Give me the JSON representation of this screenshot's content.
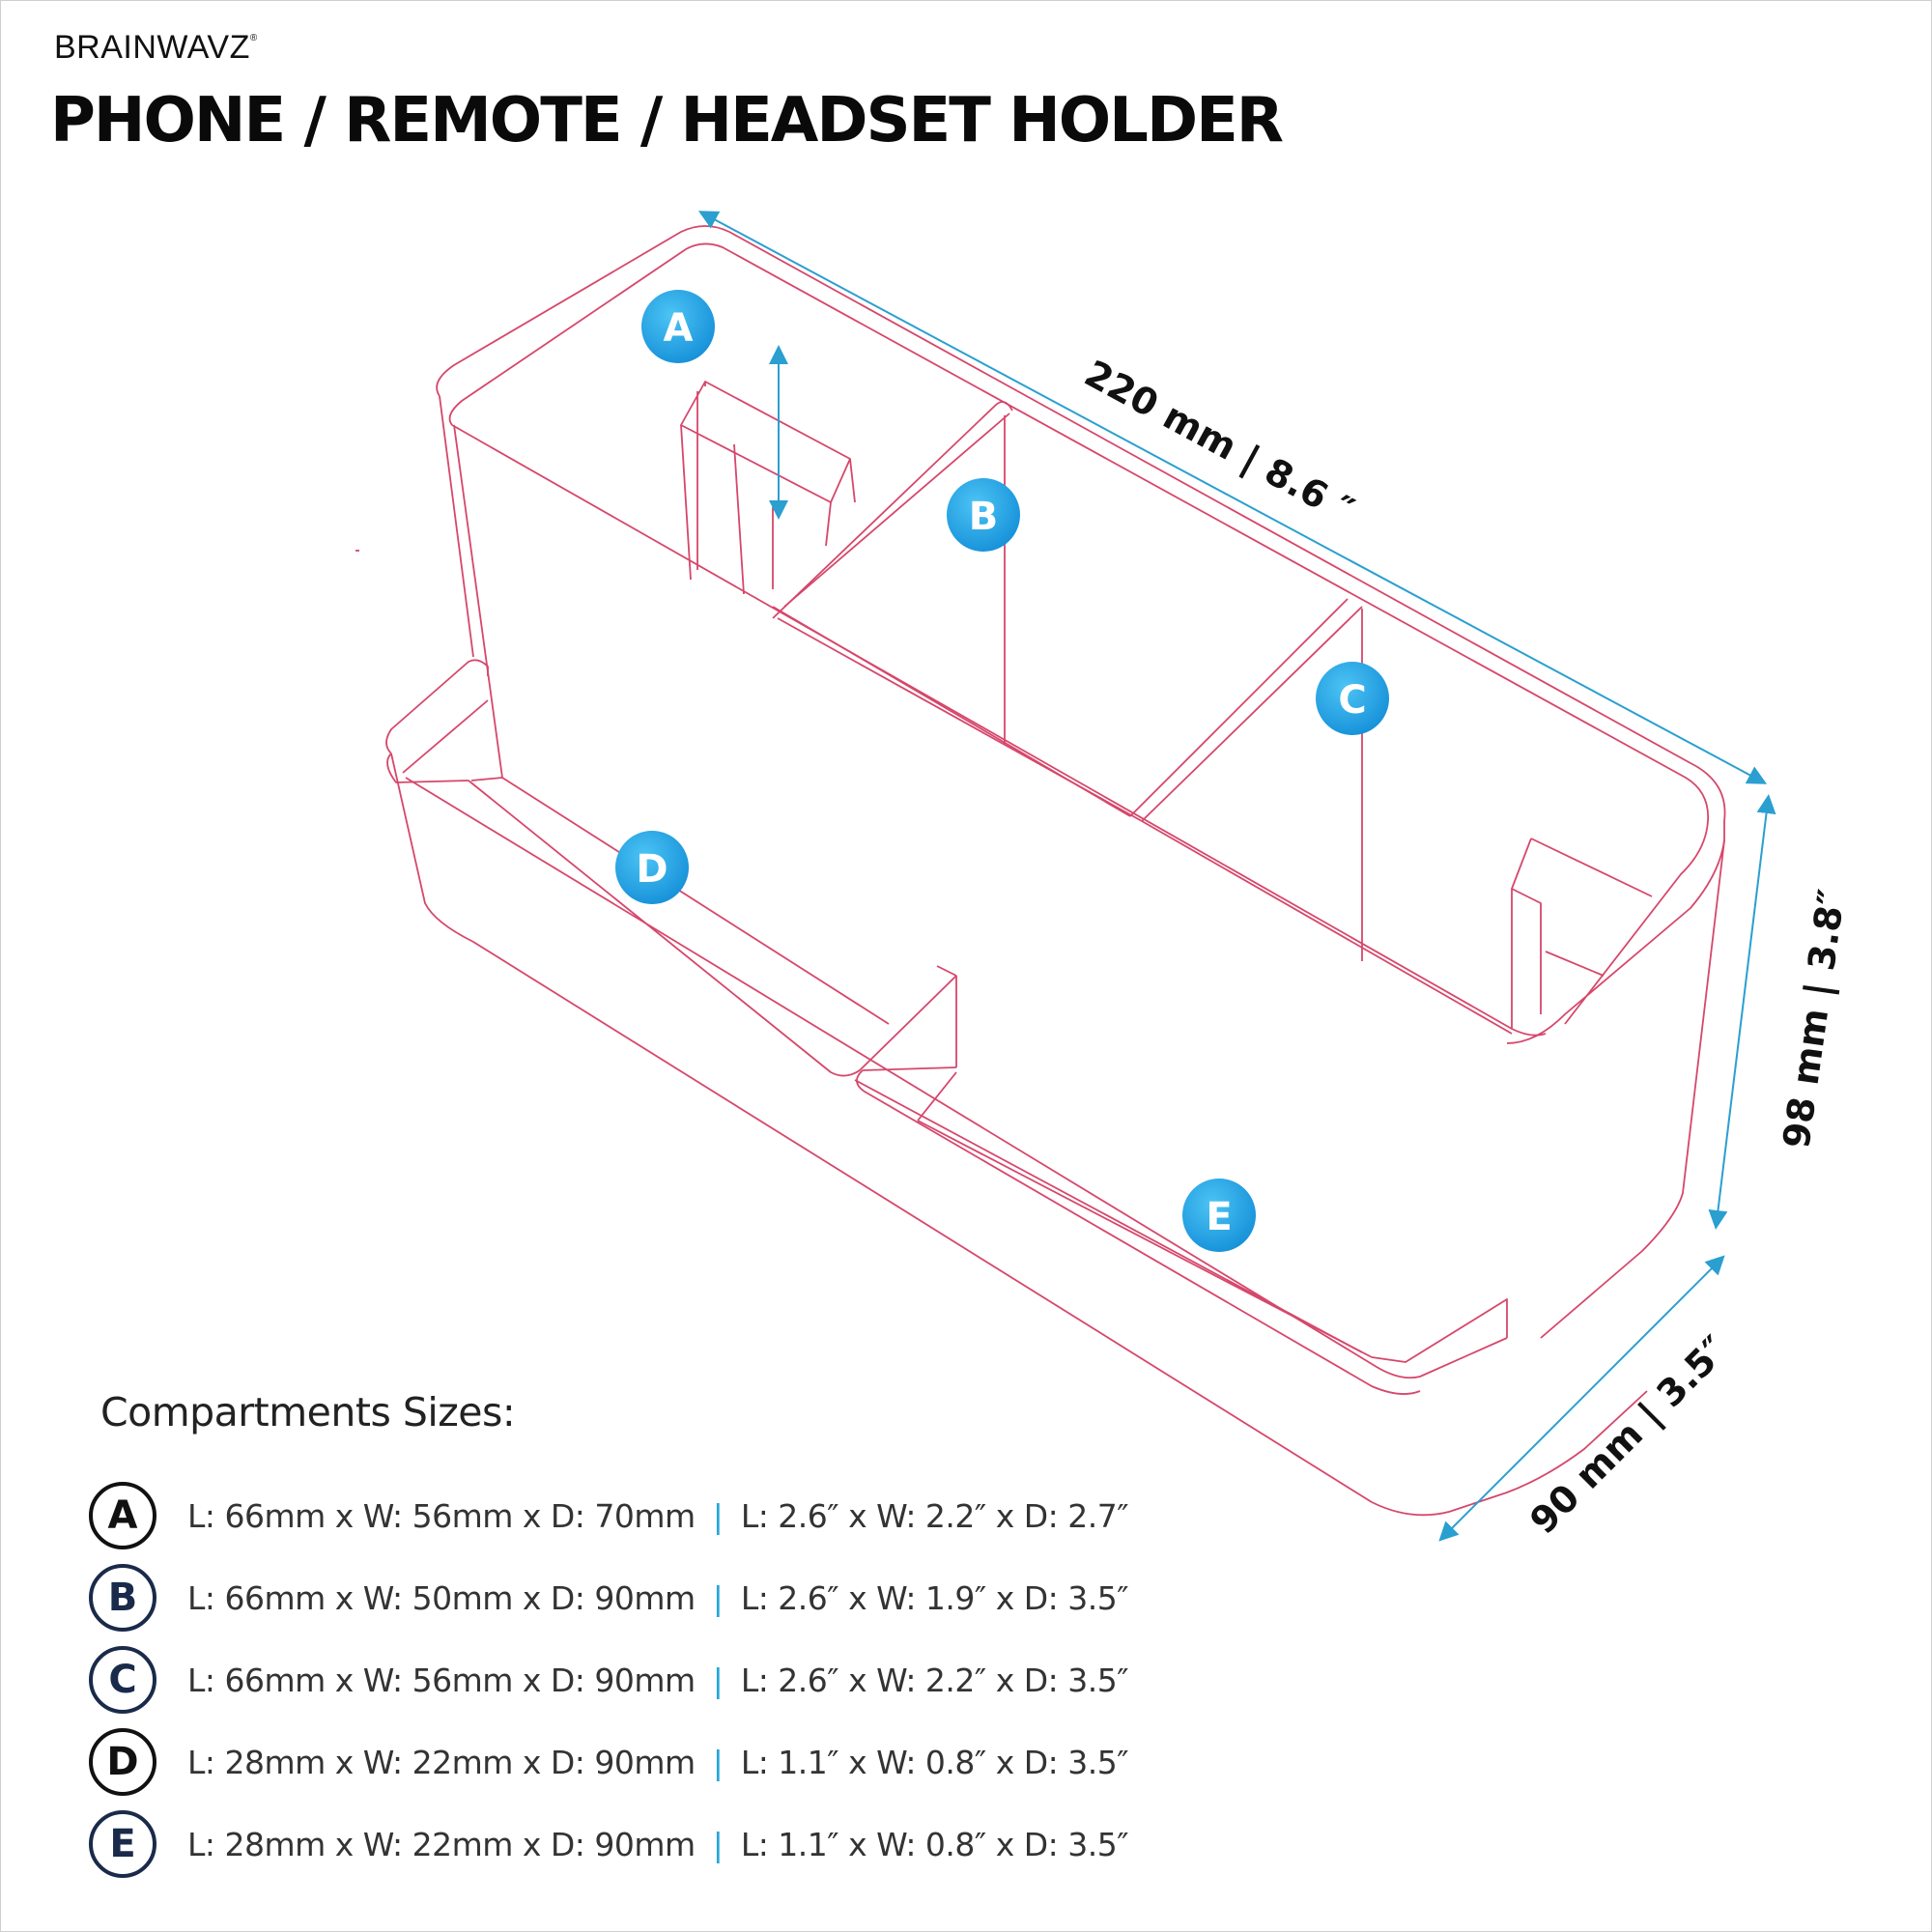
{
  "brand": "BRAINWAVZ",
  "brand_mark": "®",
  "title": "PHONE / REMOTE / HEADSET HOLDER",
  "dimensions": {
    "length": "220 mm  |  8.6 ″",
    "height": "98 mm  |  3.8″",
    "depth": "90 mm  |  3.5″"
  },
  "compartment_markers": [
    "A",
    "B",
    "C",
    "D",
    "E"
  ],
  "sizes_heading": "Compartments Sizes:",
  "compartments": [
    {
      "letter": "A",
      "metric": "L: 66mm x W: 56mm x D: 70mm",
      "imperial": "L: 2.6″ x W: 2.2″ x D: 2.7″"
    },
    {
      "letter": "B",
      "metric": "L: 66mm x W: 50mm x D: 90mm",
      "imperial": "L: 2.6″ x W: 1.9″ x D: 3.5″"
    },
    {
      "letter": "C",
      "metric": "L: 66mm x W: 56mm x D: 90mm",
      "imperial": "L: 2.6″ x W: 2.2″ x D: 3.5″"
    },
    {
      "letter": "D",
      "metric": "L: 28mm x W: 22mm x D: 90mm",
      "imperial": "L: 1.1″ x W: 0.8″ x D: 3.5″"
    },
    {
      "letter": "E",
      "metric": "L: 28mm x W: 22mm x D: 90mm",
      "imperial": "L: 1.1″ x W: 0.8″ x D: 3.5″"
    }
  ],
  "separator": "|",
  "colors": {
    "outline": "#d6476b",
    "dimension_line": "#2a9fd0",
    "marker_fill": "#1fa3e3",
    "text": "#111111"
  }
}
